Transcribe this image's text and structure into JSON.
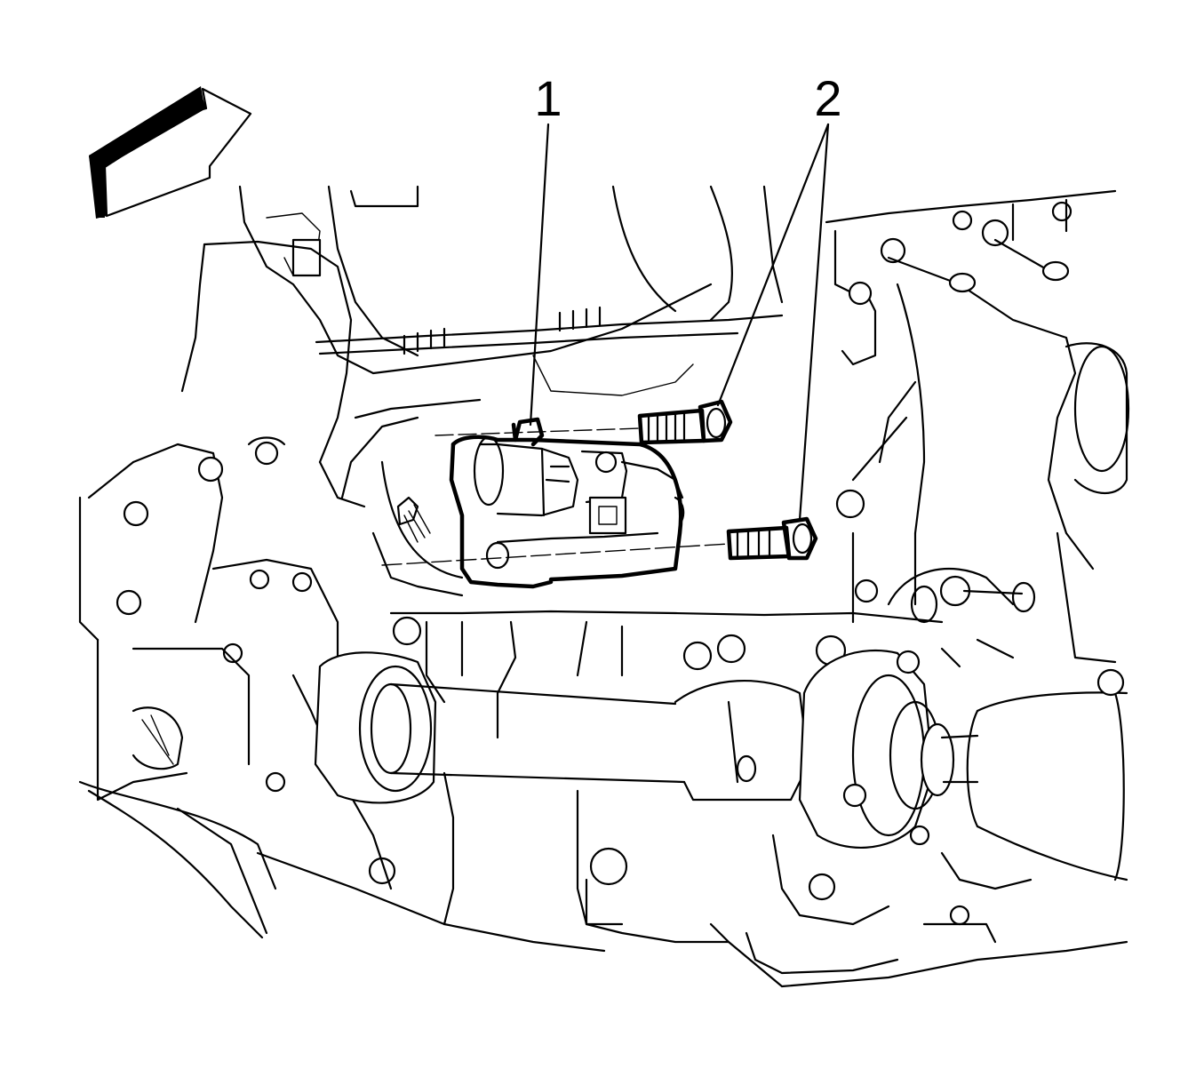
{
  "callouts": [
    {
      "id": "1",
      "label": "1"
    },
    {
      "id": "2",
      "label": "2"
    }
  ],
  "icons": {
    "direction_arrow": "front-direction-arrow-icon"
  },
  "colors": {
    "line": "#000000",
    "background": "#ffffff"
  }
}
